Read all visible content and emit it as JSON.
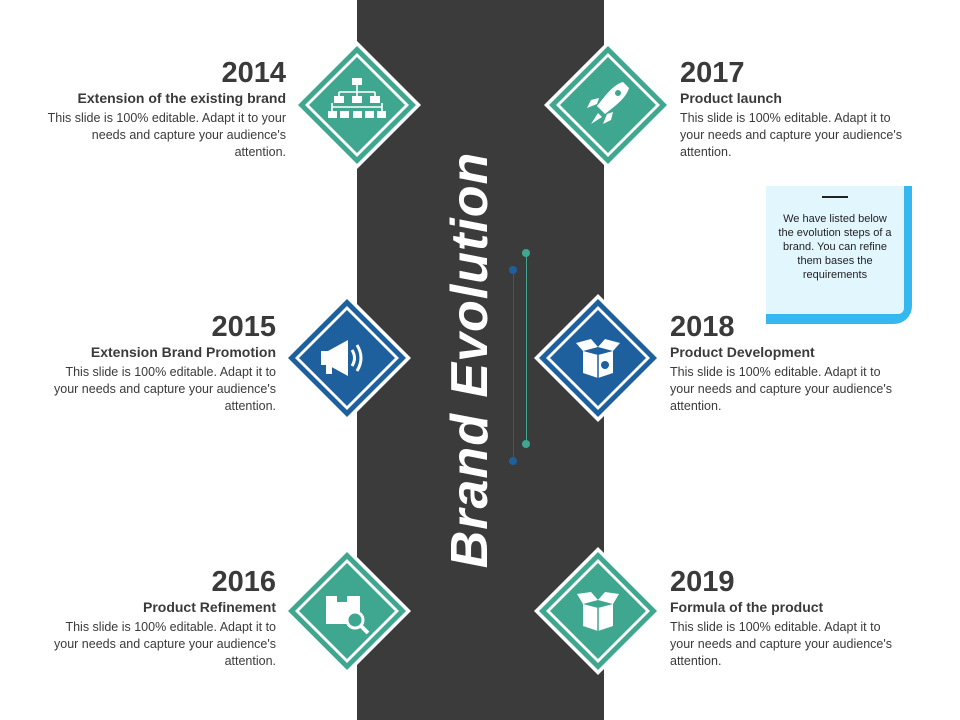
{
  "title": "Brand Evolution",
  "colors": {
    "band": "#3b3b3b",
    "teal": "#3fa78f",
    "blue": "#1e5f9e",
    "note": "#e2f6fe",
    "note_edge": "#35b7ef"
  },
  "milestones": [
    {
      "year": "2014",
      "heading": "Extension of the existing brand",
      "body": "This slide is 100% editable. Adapt it to your needs and capture your audience's attention.",
      "icon": "org-chart-icon",
      "color": "teal"
    },
    {
      "year": "2015",
      "heading": "Extension Brand Promotion",
      "body": "This slide is 100% editable. Adapt it to your needs and capture your audience's attention.",
      "icon": "megaphone-icon",
      "color": "blue"
    },
    {
      "year": "2016",
      "heading": "Product Refinement",
      "body": "This slide is 100% editable. Adapt it to your needs and capture your audience's attention.",
      "icon": "box-search-icon",
      "color": "teal"
    },
    {
      "year": "2017",
      "heading": "Product launch",
      "body": "This slide is 100% editable. Adapt it to your needs and capture your audience's attention.",
      "icon": "rocket-icon",
      "color": "teal"
    },
    {
      "year": "2018",
      "heading": "Product Development",
      "body": "This slide is 100% editable. Adapt it to your needs and capture your audience's attention.",
      "icon": "open-box-icon",
      "color": "blue"
    },
    {
      "year": "2019",
      "heading": "Formula of the product",
      "body": "This slide is 100% editable. Adapt it to your needs and capture your audience's attention.",
      "icon": "package-icon",
      "color": "teal"
    }
  ],
  "note": {
    "text": "We have listed below the evolution steps of a brand. You can refine them bases the requirements"
  }
}
